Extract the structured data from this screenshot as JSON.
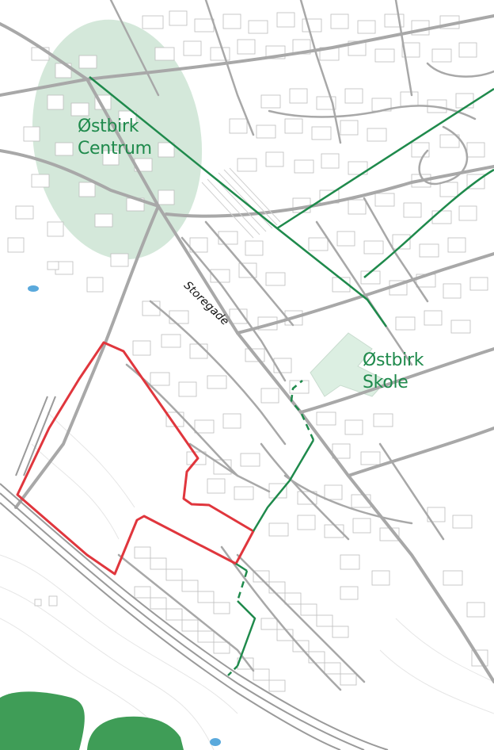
{
  "map": {
    "labels": {
      "centrum_line1": "Østbirk",
      "centrum_line2": "Centrum",
      "skole_line1": "Østbirk",
      "skole_line2": "Skole",
      "street": "Storegade"
    },
    "colors": {
      "background": "#ffffff",
      "roads": "#a8a8a8",
      "buildings": "#bdbdbd",
      "centrum_area": "#cfe6d6",
      "school_area": "#dcefe2",
      "path_line": "#1f8a4c",
      "site_boundary": "#e0363d",
      "forest": "#3f9d57",
      "water": "#5aa9dc",
      "railway": "#9a9a9a"
    }
  }
}
